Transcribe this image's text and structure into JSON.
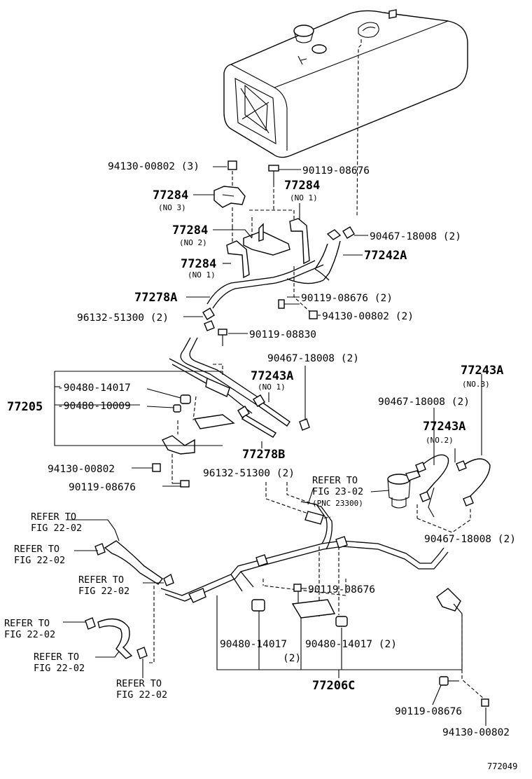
{
  "diagram": {
    "figure_number": "772049",
    "labels": {
      "l_94130_00802_3": "94130-00802 (3)",
      "l_90119_08676_top": "90119-08676",
      "l_77284_no3": "77284",
      "l_77284_no3_sub": "(NO 3)",
      "l_77284_no1a": "77284",
      "l_77284_no1a_sub": "(NO 1)",
      "l_77284_no2": "77284",
      "l_77284_no2_sub": "(NO 2)",
      "l_90467_18008_top": "90467-18008 (2)",
      "l_77242A": "77242A",
      "l_77284_no1b": "77284",
      "l_77284_no1b_sub": "(NO 1)",
      "l_77278A": "77278A",
      "l_90119_08676_2": "90119-08676 (2)",
      "l_96132_51300_top": "96132-51300 (2)",
      "l_94130_00802_2": "94130-00802 (2)",
      "l_90119_08830": "90119-08830",
      "l_90467_18008_mid": "90467-18008 (2)",
      "l_77243A_no1": "77243A",
      "l_77243A_no1_sub": "(NO 1)",
      "l_77243A_no3": "77243A",
      "l_77243A_no3_sub": "(NO.3)",
      "l_90480_14017": "-90480-14017",
      "l_77205": "77205",
      "l_90480_10009": "-90480-10009",
      "l_90467_18008_right": "90467-18008 (2)",
      "l_77243A_no2": "77243A",
      "l_77243A_no2_sub": "(NO.2)",
      "l_77278B": "77278B",
      "l_94130_00802_mid": "94130-00802",
      "l_96132_51300_mid": "96132-51300 (2)",
      "l_refer_fig2302_a": "REFER TO",
      "l_refer_fig2302_b": "FIG 23-02",
      "l_pnc_23300": "(PNC 23300)",
      "l_90119_08676_mid": "90119-08676",
      "l_refer_a1": "REFER TO",
      "l_refer_a2": "FIG 22-02",
      "l_refer_b1": "REFER TO",
      "l_refer_b2": "FIG 22-02",
      "l_90467_18008_low": "90467-18008 (2)",
      "l_refer_c1": "REFER TO",
      "l_refer_c2": "FIG 22-02",
      "l_90119_08676_low": "90119-08676",
      "l_refer_d1": "REFER TO",
      "l_refer_d2": "FIG 22-02",
      "l_90480_14017_a": "90480-14017",
      "l_90480_14017_a2": "(2)",
      "l_90480_14017_b": "90480-14017 (2)",
      "l_refer_e1": "REFER TO",
      "l_refer_e2": "FIG 22-02",
      "l_77206C": "77206C",
      "l_refer_f1": "REFER TO",
      "l_refer_f2": "FIG 22-02",
      "l_90119_08676_bottom": "90119-08676",
      "l_94130_00802_bottom": "94130-00802"
    }
  }
}
